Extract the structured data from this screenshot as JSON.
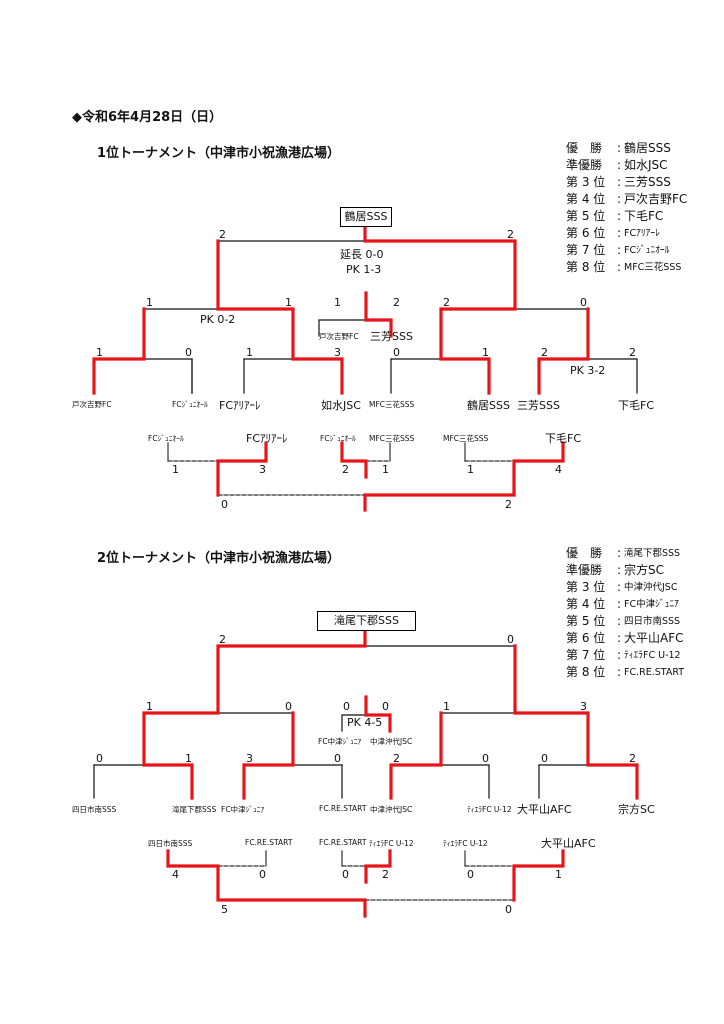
{
  "date": "◆令和6年4月28日（日）",
  "colors": {
    "winner_line": "#e8141a",
    "loser_line": "#111111"
  },
  "tournaments": [
    {
      "title": "1位トーナメント（中津市小祝漁港広場）",
      "champion_box": "鶴居SSS",
      "results": [
        {
          "rank": "優　勝",
          "team": "鶴居SSS"
        },
        {
          "rank": "準優勝",
          "team": "如水JSC"
        },
        {
          "rank": "第 3 位",
          "team": "三芳SSS"
        },
        {
          "rank": "第 4 位",
          "team": "戸次吉野FC"
        },
        {
          "rank": "第 5 位",
          "team": "下毛FC"
        },
        {
          "rank": "第 6 位",
          "team": "FCｱﾘｱｰﾚ"
        },
        {
          "rank": "第 7 位",
          "team": "FCｼﾞｭﾆｵｰﾙ"
        },
        {
          "rank": "第 8 位",
          "team": "MFC三花SSS"
        }
      ],
      "notes": {
        "final": "延長 0-0",
        "final_pk": "PK 1-3",
        "semi_left_pk": "PK 0-2",
        "qf_pk": "PK 3-2"
      },
      "leaves": [
        "戸次吉野FC",
        "FCｼﾞｭﾆｵｰﾙ",
        "FCｱﾘｱｰﾚ",
        "如水JSC",
        "MFC三花SSS",
        "鶴居SSS",
        "三芳SSS",
        "下毛FC"
      ],
      "third_place": {
        "left": "戸次吉野FC",
        "right": "三芳SSS",
        "left_score": "1",
        "right_score": "2"
      },
      "round1_scores": [
        "1",
        "0",
        "1",
        "3",
        "0",
        "1",
        "2",
        "2"
      ],
      "round2_scores": [
        "1",
        "1",
        "2",
        "0"
      ],
      "final_scores": [
        "2",
        "2"
      ],
      "placement": {
        "upper": [
          "FCｼﾞｭﾆｵｰﾙ",
          "FCｱﾘｱｰﾚ",
          "FCｼﾞｭﾆｵｰﾙ",
          "MFC三花SSS",
          "MFC三花SSS",
          "下毛FC"
        ],
        "upper_scores": [
          "1",
          "3",
          "2",
          "1",
          "1",
          "4"
        ],
        "lower_scores": [
          "0",
          "2"
        ]
      }
    },
    {
      "title": "2位トーナメント（中津市小祝漁港広場）",
      "champion_box": "滝尾下郡SSS",
      "results": [
        {
          "rank": "優　勝",
          "team": "滝尾下郡SSS"
        },
        {
          "rank": "準優勝",
          "team": "宗方SC"
        },
        {
          "rank": "第 3 位",
          "team": "中津沖代JSC"
        },
        {
          "rank": "第 4 位",
          "team": "FC中津ｼﾞｭﾆｱ"
        },
        {
          "rank": "第 5 位",
          "team": "四日市南SSS"
        },
        {
          "rank": "第 6 位",
          "team": "大平山AFC"
        },
        {
          "rank": "第 7 位",
          "team": "ﾃｨｴﾗFC U-12"
        },
        {
          "rank": "第 8 位",
          "team": "FC.RE.START"
        }
      ],
      "notes": {
        "third_pk": "PK 4-5"
      },
      "leaves": [
        "四日市南SSS",
        "滝尾下郡SSS",
        "FC中津ｼﾞｭﾆｱ",
        "FC.RE.START",
        "中津沖代JSC",
        "ﾃｨｴﾗFC U-12",
        "大平山AFC",
        "宗方SC"
      ],
      "third_place": {
        "left": "FC中津ｼﾞｭﾆｱ",
        "right": "中津沖代JSC",
        "left_score": "0",
        "right_score": "0"
      },
      "round1_scores": [
        "0",
        "1",
        "3",
        "0",
        "2",
        "0",
        "0",
        "2"
      ],
      "round2_scores": [
        "1",
        "0",
        "1",
        "3"
      ],
      "final_scores": [
        "2",
        "0"
      ],
      "placement": {
        "upper": [
          "四日市南SSS",
          "FC.RE.START",
          "FC.RE.START",
          "ﾃｨｴﾗFC U-12",
          "ﾃｨｴﾗFC U-12",
          "大平山AFC"
        ],
        "upper_scores": [
          "4",
          "0",
          "0",
          "2",
          "0",
          "1"
        ],
        "lower_scores": [
          "5",
          "0"
        ]
      }
    }
  ]
}
